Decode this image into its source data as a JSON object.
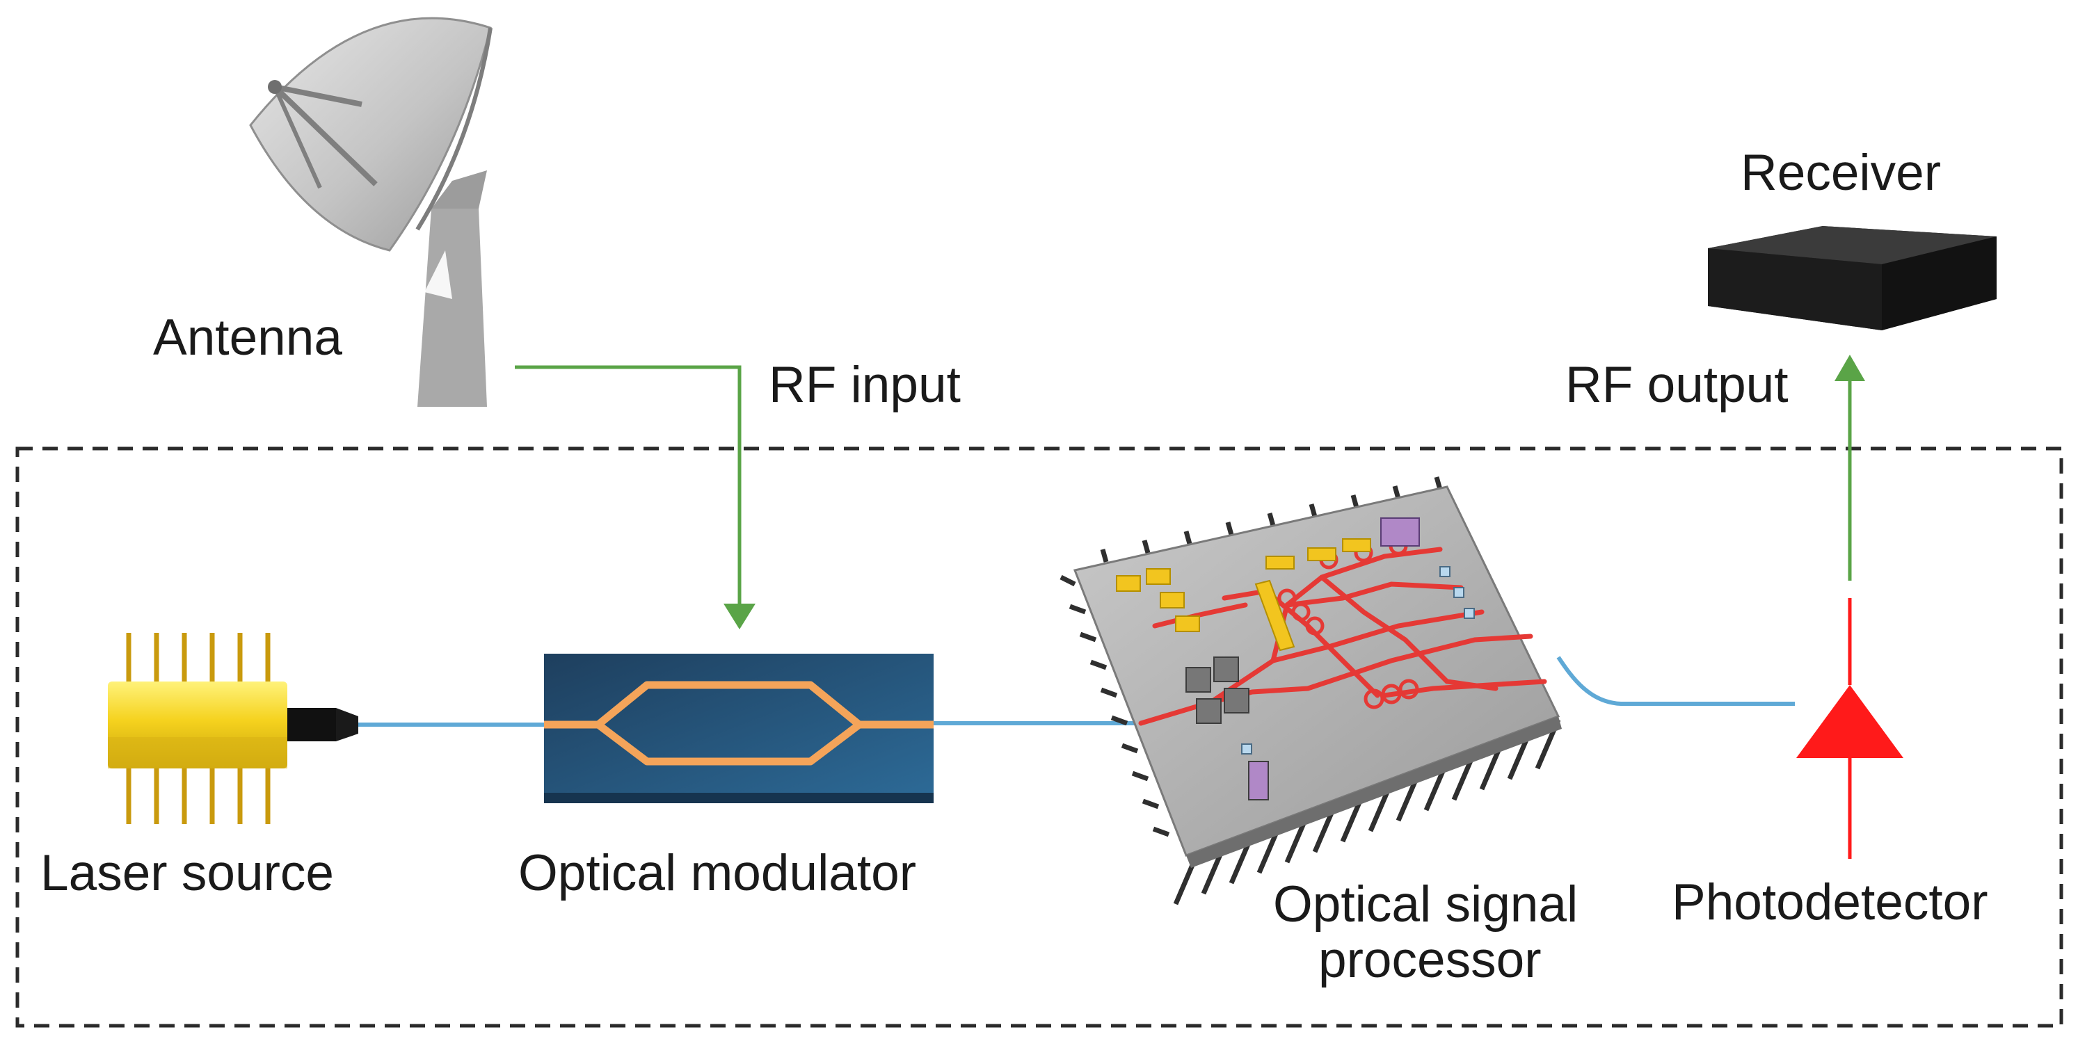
{
  "labels": {
    "antenna": "Antenna",
    "rf_input": "RF input",
    "rf_output": "RF output",
    "receiver": "Receiver",
    "laser_source": "Laser source",
    "optical_modulator": "Optical modulator",
    "optical_signal_processor_line1": "Optical signal",
    "optical_signal_processor_line2": "processor",
    "photodetector": "Photodetector"
  },
  "colors": {
    "rf_signal": "#5aa447",
    "optical_fiber": "#5fa9d6",
    "waveguide": "#f4a45a",
    "chip_trace": "#e53935",
    "photodetector": "#ff1a1a",
    "laser_body": "#f5d21e",
    "modulator_body": "#1f4c73",
    "receiver_body": "#1c1c1c",
    "chip_body": "#a8a8a8",
    "dashed_border": "#2b2b2b"
  }
}
